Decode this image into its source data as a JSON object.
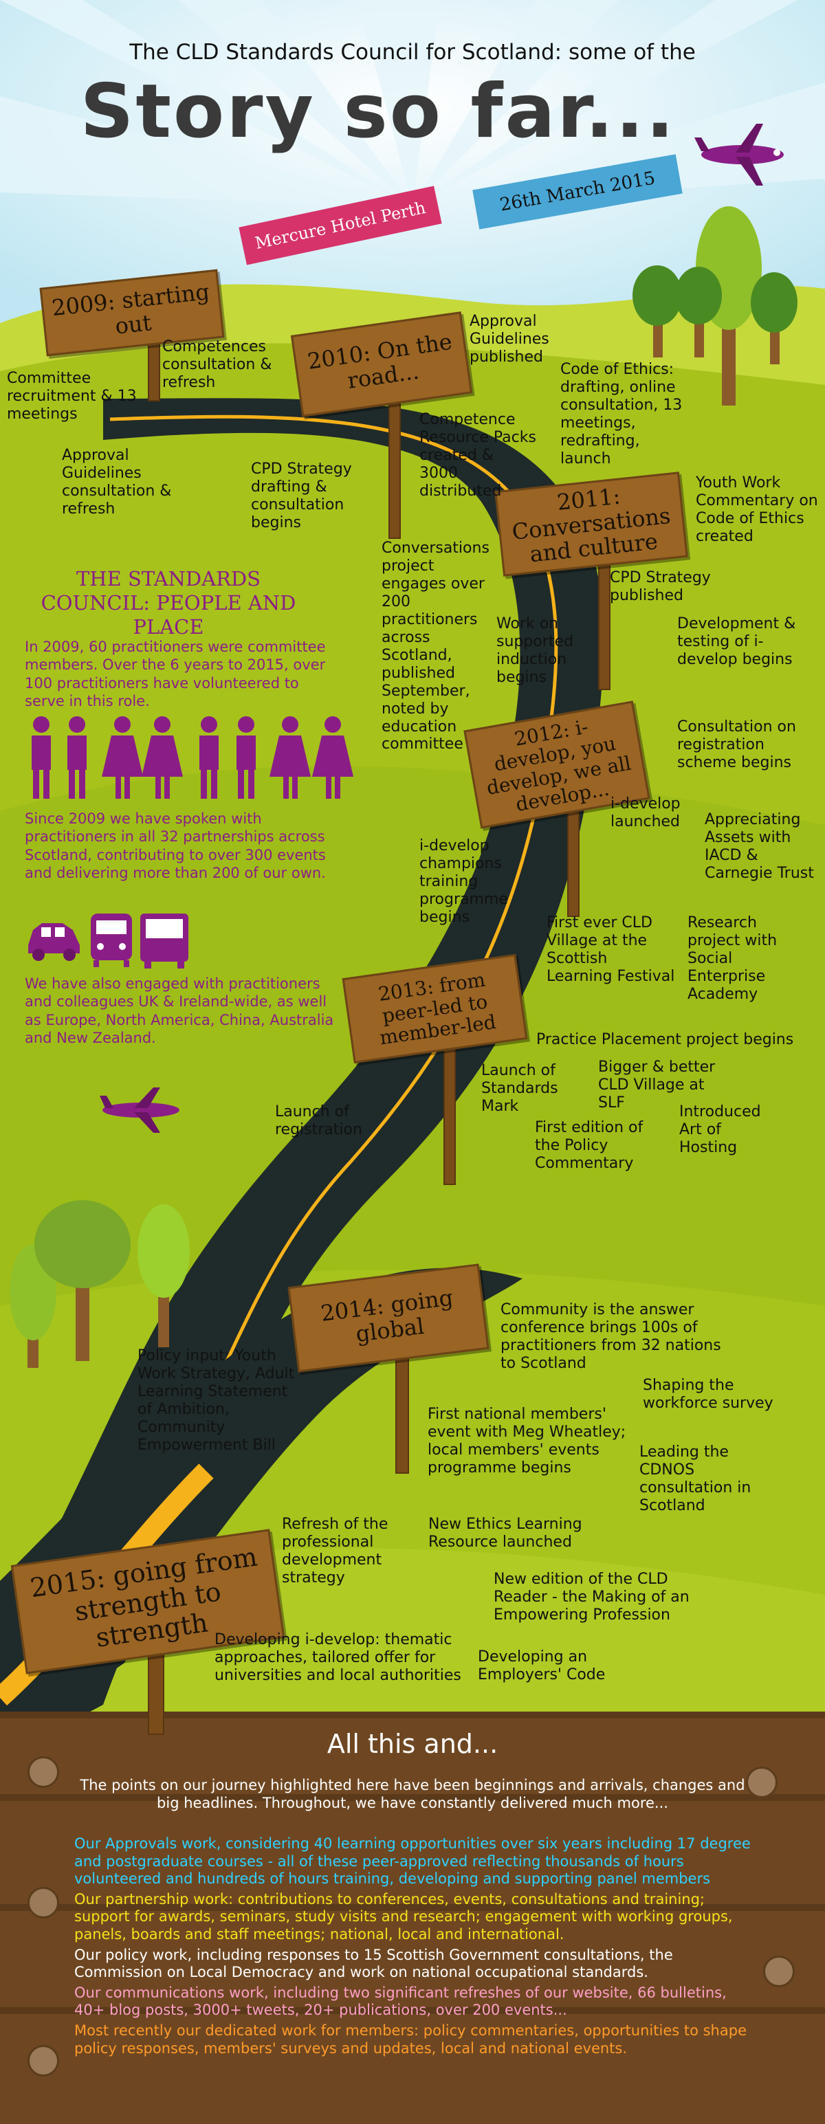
{
  "header": {
    "line1": "The CLD Standards Council for Scotland: some of the",
    "title": "Story so far...",
    "venue": "Mercure Hotel Perth",
    "date": "26th March 2015"
  },
  "signs": {
    "s2009": "2009: starting out",
    "s2010": "2010: On the road...",
    "s2011": "2011: Conversations and culture",
    "s2012": "2012: i-develop, you develop, we all develop...",
    "s2013": "2013: from peer-led to member-led",
    "s2014": "2014: going global",
    "s2015": "2015: going from strength to strength"
  },
  "notes": {
    "committee": "Committee recruitment & 13 meetings",
    "competences": "Competences consultation & refresh",
    "approval_consult": "Approval Guidelines consultation & refresh",
    "approval_published": "Approval Guidelines published",
    "competence_packs": "Competence Resource Packs created & 3000 distributed",
    "cpd_drafting": "CPD Strategy drafting & consultation begins",
    "code_ethics": "Code of Ethics: drafting, online consultation, 13 meetings, redrafting, launch",
    "youth_work": "Youth Work Commentary on Code of Ethics created",
    "conversations": "Conversations project engages over 200 practitioners across Scotland, published September, noted by education committee",
    "cpd_published": "CPD Strategy published",
    "supported_induction": "Work on supported induction begins",
    "idevelop_dev": "Development & testing of i-develop begins",
    "registration_consult": "Consultation on registration scheme begins",
    "idevelop_launched": "i-develop launched",
    "appreciating": "Appreciating Assets with IACD & Carnegie Trust",
    "champions": "i-develop champions training programme begins",
    "cld_village": "First ever CLD Village at the Scottish Learning Festival",
    "research": "Research project with Social Enterprise Academy",
    "practice_placement": "Practice Placement project begins",
    "launch_registration": "Launch of registration",
    "standards_mark": "Launch of Standards Mark",
    "bigger_village": "Bigger & better CLD Village at SLF",
    "policy_commentary": "First edition of the Policy Commentary",
    "art_hosting": "Introduced Art of Hosting",
    "community_answer": "Community is the answer conference brings 100s of practitioners from 32 nations to Scotland",
    "policy_input": "Policy input: Youth Work Strategy, Adult Learning Statement of Ambition, Community Empowerment Bill",
    "shaping_workforce": "Shaping the workforce survey",
    "first_national": "First national members' event with Meg Wheatley; local members' events programme begins",
    "cdnos": "Leading the CDNOS consultation in Scotland",
    "refresh_pd": "Refresh of the professional development strategy",
    "ethics_resource": "New Ethics Learning Resource launched",
    "new_edition": "New edition of the CLD Reader - the Making of an Empowering Profession",
    "thematic": "Developing i-develop: thematic approaches, tailored offer for universities and local authorities",
    "employers_code": "Developing an Employers' Code"
  },
  "people_place": {
    "heading": "THE STANDARDS COUNCIL: PEOPLE AND PLACE",
    "para1": "In 2009, 60 practitioners were committee members. Over the 6 years to 2015, over 100 practitioners have volunteered to serve in this role.",
    "para2": "Since 2009 we have spoken with practitioners in all 32 partnerships across Scotland, contributing to over 300 events and delivering more than 200 of our own.",
    "para3": "We have also engaged with practitioners and colleagues UK & Ireland-wide, as well as Europe, North America, China, Australia and New Zealand."
  },
  "footer": {
    "title": "All this and...",
    "intro": "The points on our journey highlighted here have been beginnings and arrivals, changes and big headlines. Throughout, we have constantly delivered much more...",
    "lines": [
      {
        "text": "Our Approvals work, considering 40 learning opportunities over six years including 17 degree and postgraduate courses - all of these peer-approved reflecting thousands of hours volunteered and hundreds of hours training, developing and supporting panel members",
        "color": "#2fd1ff"
      },
      {
        "text": "Our partnership work: contributions to conferences, events, consultations and training; support for awards, seminars, study visits and research; engagement with working groups, panels, boards and staff meetings; national, local and international.",
        "color": "#f4e21a"
      },
      {
        "text": "Our policy work, including responses to 15 Scottish Government consultations, the Commission on Local Democracy and work on national occupational standards.",
        "color": "#ffffff"
      },
      {
        "text": "Our communications work, including two significant refreshes of our website, 66 bulletins, 40+ blog posts, 3000+ tweets, 20+ publications, over 200 events...",
        "color": "#ff9ec6"
      },
      {
        "text": "Most recently our dedicated work for members: policy commentaries, opportunities to shape policy responses, members' surveys and updates, local and national events.",
        "color": "#ff9a2a"
      }
    ]
  },
  "colors": {
    "sky": "#cfeef6",
    "grass": "#a6c41c",
    "road": "#1f2a2a",
    "road_line": "#f6b21a",
    "purple": "#8a1e86",
    "wood": "#9a6424"
  }
}
